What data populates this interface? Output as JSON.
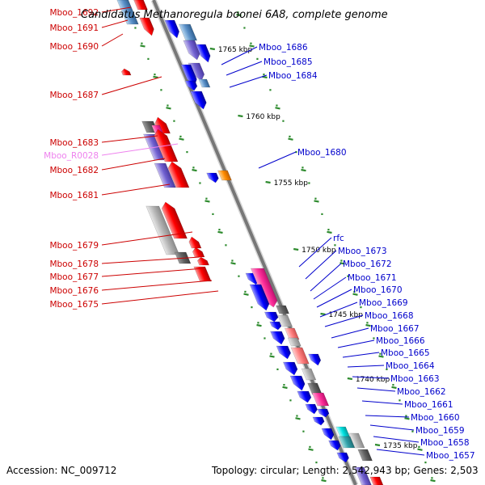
{
  "title": "Candidatus Methanoregula boonei 6A8, complete genome",
  "footer": {
    "accession": "Accession: NC_009712",
    "summary": "Topology: circular; Length: 2,542,943 bp; Genes: 2,503"
  },
  "colors": {
    "forward": "#ff0000",
    "reverse": "#0000ff",
    "rna": "#ee82ee",
    "backbone": "#808080",
    "tick": "#008000",
    "other": "#ff8c00"
  },
  "scale_ticks": [
    "1765 kbp",
    "1760 kbp",
    "1755 kbp",
    "1750 kbp",
    "1745 kbp",
    "1740 kbp",
    "1735 kbp"
  ],
  "left_labels": [
    {
      "text": "Mboo_1692",
      "color": "#cc0000"
    },
    {
      "text": "Mboo_1691",
      "color": "#cc0000"
    },
    {
      "text": "Mboo_1690",
      "color": "#cc0000"
    },
    {
      "text": "Mboo_1687",
      "color": "#cc0000"
    },
    {
      "text": "Mboo_1683",
      "color": "#cc0000"
    },
    {
      "text": "Mboo_R0028",
      "color": "#ee82ee"
    },
    {
      "text": "Mboo_1682",
      "color": "#cc0000"
    },
    {
      "text": "Mboo_1681",
      "color": "#cc0000"
    },
    {
      "text": "Mboo_1679",
      "color": "#cc0000"
    },
    {
      "text": "Mboo_1678",
      "color": "#cc0000"
    },
    {
      "text": "Mboo_1677",
      "color": "#cc0000"
    },
    {
      "text": "Mboo_1676",
      "color": "#cc0000"
    },
    {
      "text": "Mboo_1675",
      "color": "#cc0000"
    }
  ],
  "right_labels": [
    {
      "text": "Mboo_1686",
      "color": "#0000cc"
    },
    {
      "text": "Mboo_1685",
      "color": "#0000cc"
    },
    {
      "text": "Mboo_1684",
      "color": "#0000cc"
    },
    {
      "text": "Mboo_1680",
      "color": "#0000cc"
    },
    {
      "text": "rfc",
      "color": "#0000cc"
    },
    {
      "text": "Mboo_1673",
      "color": "#0000cc"
    },
    {
      "text": "Mboo_1672",
      "color": "#0000cc"
    },
    {
      "text": "Mboo_1671",
      "color": "#0000cc"
    },
    {
      "text": "Mboo_1670",
      "color": "#0000cc"
    },
    {
      "text": "Mboo_1669",
      "color": "#0000cc"
    },
    {
      "text": "Mboo_1668",
      "color": "#0000cc"
    },
    {
      "text": "Mboo_1667",
      "color": "#0000cc"
    },
    {
      "text": "Mboo_1666",
      "color": "#0000cc"
    },
    {
      "text": "Mboo_1665",
      "color": "#0000cc"
    },
    {
      "text": "Mboo_1664",
      "color": "#0000cc"
    },
    {
      "text": "Mboo_1663",
      "color": "#0000cc"
    },
    {
      "text": "Mboo_1662",
      "color": "#0000cc"
    },
    {
      "text": "Mboo_1661",
      "color": "#0000cc"
    },
    {
      "text": "Mboo_1660",
      "color": "#0000cc"
    },
    {
      "text": "Mboo_1659",
      "color": "#0000cc"
    },
    {
      "text": "Mboo_1658",
      "color": "#0000cc"
    },
    {
      "text": "Mboo_1657",
      "color": "#0000cc"
    }
  ]
}
